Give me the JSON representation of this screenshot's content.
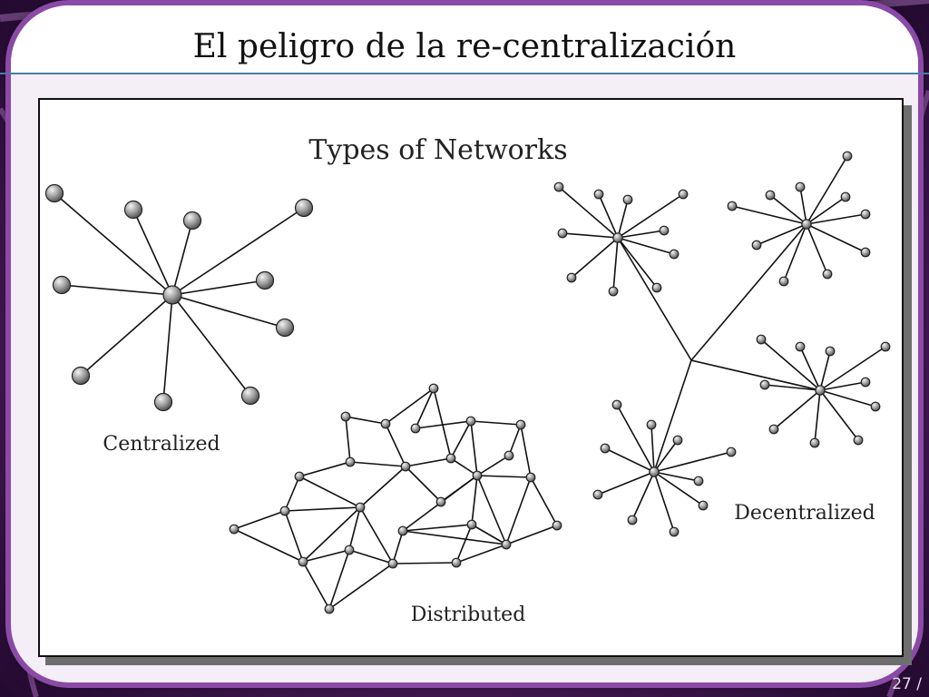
{
  "slide": {
    "title": "El peligro de la re-centralización",
    "page_number": "27 /"
  },
  "figure": {
    "heading": "Types of Networks",
    "labels": {
      "centralized": "Centralized",
      "distributed": "Distributed",
      "decentralized": "Decentralized"
    }
  },
  "colors": {
    "background": "#3a1548",
    "card": "#f4eef6",
    "frame_accent": "#8a4aa6",
    "rule": "#4a7ca8",
    "edge": "#111111"
  }
}
